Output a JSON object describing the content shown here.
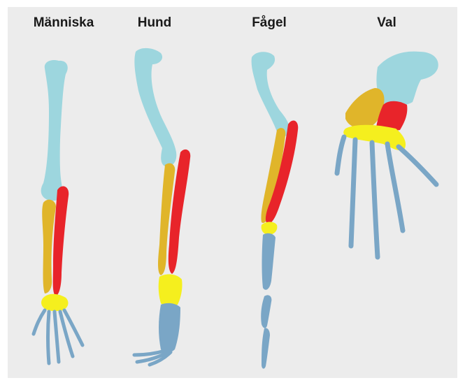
{
  "labels": {
    "human": "Människa",
    "dog": "Hund",
    "bird": "Fågel",
    "whale": "Val"
  },
  "colors": {
    "humerus": "#9dd6de",
    "radius": "#e0b52a",
    "ulna": "#e8242a",
    "carpals": "#f5ef1e",
    "hand": "#7aa6c6",
    "background": "#ececec"
  }
}
